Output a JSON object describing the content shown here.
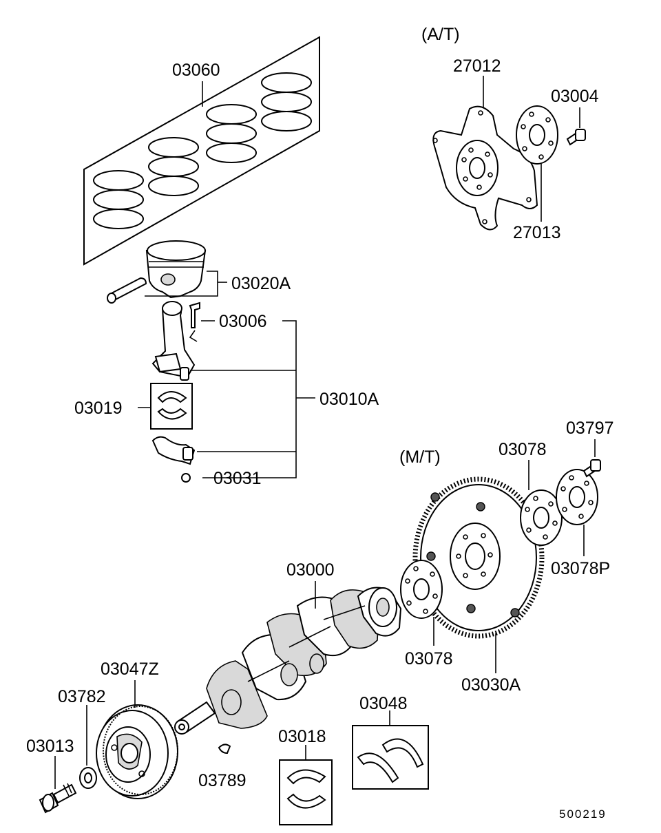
{
  "diagram": {
    "variant_labels": {
      "automatic": "(A/T)",
      "manual": "(M/T)"
    },
    "part_numbers": {
      "piston_ring_set": "03060",
      "piston": "03020A",
      "rod_bolt": "03006",
      "connecting_rod_assy": "03010A",
      "rod_bearing": "03019",
      "rod_nut": "03031",
      "drive_plate": "27012",
      "drive_plate_adapter": "27013",
      "drive_plate_bolt": "03004",
      "flywheel_bolt": "03797",
      "flywheel_adapter_plate": "03078",
      "flywheel_plate_p": "03078P",
      "flywheel_rear_plate": "03078",
      "flywheel": "03030A",
      "crankshaft": "03000",
      "damper_pulley": "03047Z",
      "pulley_washer": "03782",
      "pulley_bolt": "03013",
      "woodruff_key": "03789",
      "main_bearing": "03018",
      "thrust_bearing": "03048"
    },
    "diagram_code": "500219"
  }
}
